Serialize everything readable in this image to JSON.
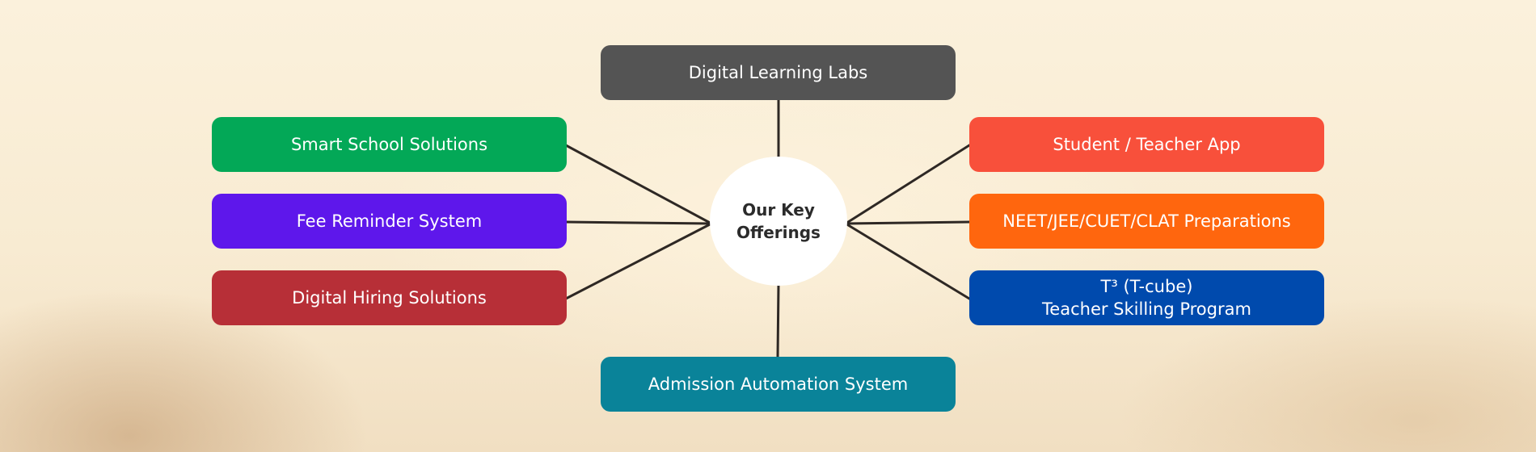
{
  "hub": {
    "line1": "Our Key",
    "line2": "Offerings",
    "color": "#ffffff"
  },
  "nodes": [
    {
      "key": "digital-learning-labs",
      "lines": [
        "Digital Learning Labs"
      ],
      "color": "#545454"
    },
    {
      "key": "smart-school-solutions",
      "lines": [
        "Smart School Solutions"
      ],
      "color": "#03a857"
    },
    {
      "key": "fee-reminder-system",
      "lines": [
        "Fee Reminder System"
      ],
      "color": "#5e17eb"
    },
    {
      "key": "digital-hiring-solutions",
      "lines": [
        "Digital Hiring Solutions"
      ],
      "color": "#b72f37"
    },
    {
      "key": "student-teacher-app",
      "lines": [
        "Student / Teacher App"
      ],
      "color": "#f8503b"
    },
    {
      "key": "exam-preparations",
      "lines": [
        "NEET/JEE/CUET/CLAT Preparations"
      ],
      "color": "#ff660e"
    },
    {
      "key": "teacher-skilling-program",
      "lines": [
        "T³ (T-cube)",
        "Teacher Skilling Program"
      ],
      "color": "#004aad"
    },
    {
      "key": "admission-automation-system",
      "lines": [
        "Admission Automation System"
      ],
      "color": "#0a8399"
    }
  ],
  "connector_color": "#2e2824"
}
